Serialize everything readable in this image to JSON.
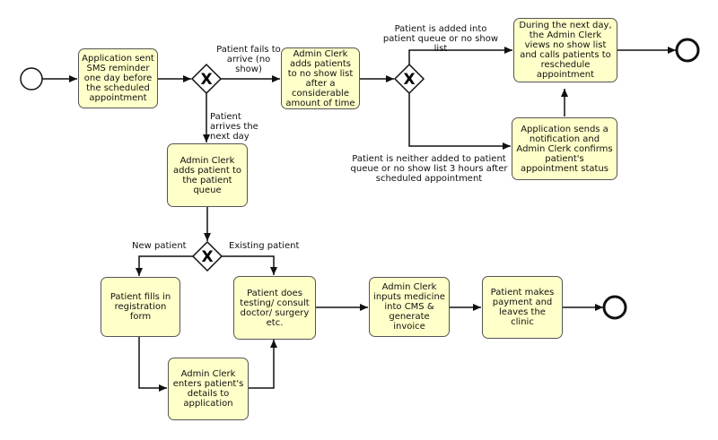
{
  "tasks": {
    "sms_reminder": "Application sent SMS reminder one day before the scheduled appointment",
    "admin_no_show": "Admin Clerk adds patients to no show list after a considerable amount of time",
    "reschedule": "During the next day, the Admin Clerk views no show list and calls patients to reschedule appointment",
    "notification": "Application sends a notification and Admin Clerk confirms patient's appointment status",
    "add_queue": "Admin Clerk adds patient to the patient queue",
    "registration": "Patient fills in registration form",
    "testing": "Patient does testing/ consult doctor/ surgery etc.",
    "enter_details": "Admin Clerk enters patient's details to application",
    "inputs_medicine": "Admin Clerk inputs medicine into CMS & generate invoice",
    "payment": "Patient makes payment and leaves the clinic"
  },
  "labels": {
    "fails_arrive": "Patient fails to arrive (no show)",
    "arrives_next_day": "Patient arrives the next day",
    "added_queue": "Patient is added into patient queue or no show list",
    "neither_added": "Patient is neither added to patient queue or no show list 3 hours after scheduled appointment",
    "new_patient": "New patient",
    "existing_patient": "Existing patient"
  },
  "gateway_symbol": "X",
  "colors": {
    "task_fill": "#ffffc9",
    "stroke": "#111111",
    "task_border": "#555555"
  }
}
